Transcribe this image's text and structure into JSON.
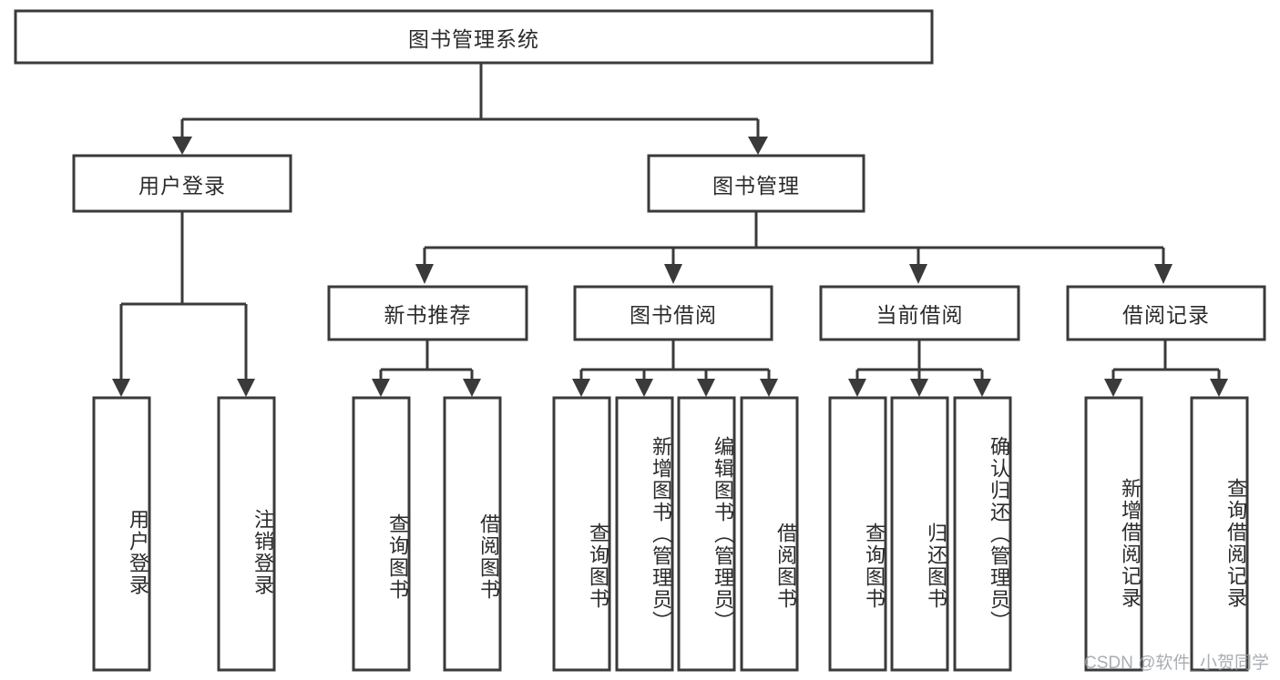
{
  "diagram": {
    "type": "tree-hierarchy",
    "title": "图书管理系统",
    "watermark": "CSDN @软件_小贺同学",
    "colors": {
      "stroke": "#3a3a3a",
      "fill": "#ffffff",
      "text": "#2b2b2b",
      "watermark": "#9aa0a6"
    },
    "nodes": {
      "root": {
        "label": "图书管理系统",
        "level": 1,
        "orientation": "horizontal"
      },
      "level2": [
        {
          "label": "用户登录",
          "orientation": "horizontal"
        },
        {
          "label": "图书管理",
          "orientation": "horizontal"
        }
      ],
      "level3": [
        {
          "label": "新书推荐",
          "orientation": "horizontal",
          "parent": "图书管理"
        },
        {
          "label": "图书借阅",
          "orientation": "horizontal",
          "parent": "图书管理"
        },
        {
          "label": "当前借阅",
          "orientation": "horizontal",
          "parent": "图书管理"
        },
        {
          "label": "借阅记录",
          "orientation": "horizontal",
          "parent": "图书管理"
        }
      ],
      "leaves": [
        {
          "label": "用户登录",
          "orientation": "vertical",
          "parent": "用户登录"
        },
        {
          "label": "注销登录",
          "orientation": "vertical",
          "parent": "用户登录"
        },
        {
          "label": "查询图书",
          "orientation": "vertical",
          "parent": "新书推荐"
        },
        {
          "label": "借阅图书",
          "orientation": "vertical",
          "parent": "新书推荐"
        },
        {
          "label": "查询图书",
          "orientation": "vertical",
          "parent": "图书借阅"
        },
        {
          "label": "新增图书（管理员）",
          "orientation": "vertical",
          "parent": "图书借阅"
        },
        {
          "label": "编辑图书（管理员）",
          "orientation": "vertical",
          "parent": "图书借阅"
        },
        {
          "label": "借阅图书",
          "orientation": "vertical",
          "parent": "图书借阅"
        },
        {
          "label": "查询图书",
          "orientation": "vertical",
          "parent": "当前借阅"
        },
        {
          "label": "归还图书",
          "orientation": "vertical",
          "parent": "当前借阅"
        },
        {
          "label": "确认归还（管理员）",
          "orientation": "vertical",
          "parent": "当前借阅"
        },
        {
          "label": "新增借阅记录",
          "orientation": "vertical",
          "parent": "借阅记录"
        },
        {
          "label": "查询借阅记录",
          "orientation": "vertical",
          "parent": "借阅记录"
        }
      ]
    }
  }
}
